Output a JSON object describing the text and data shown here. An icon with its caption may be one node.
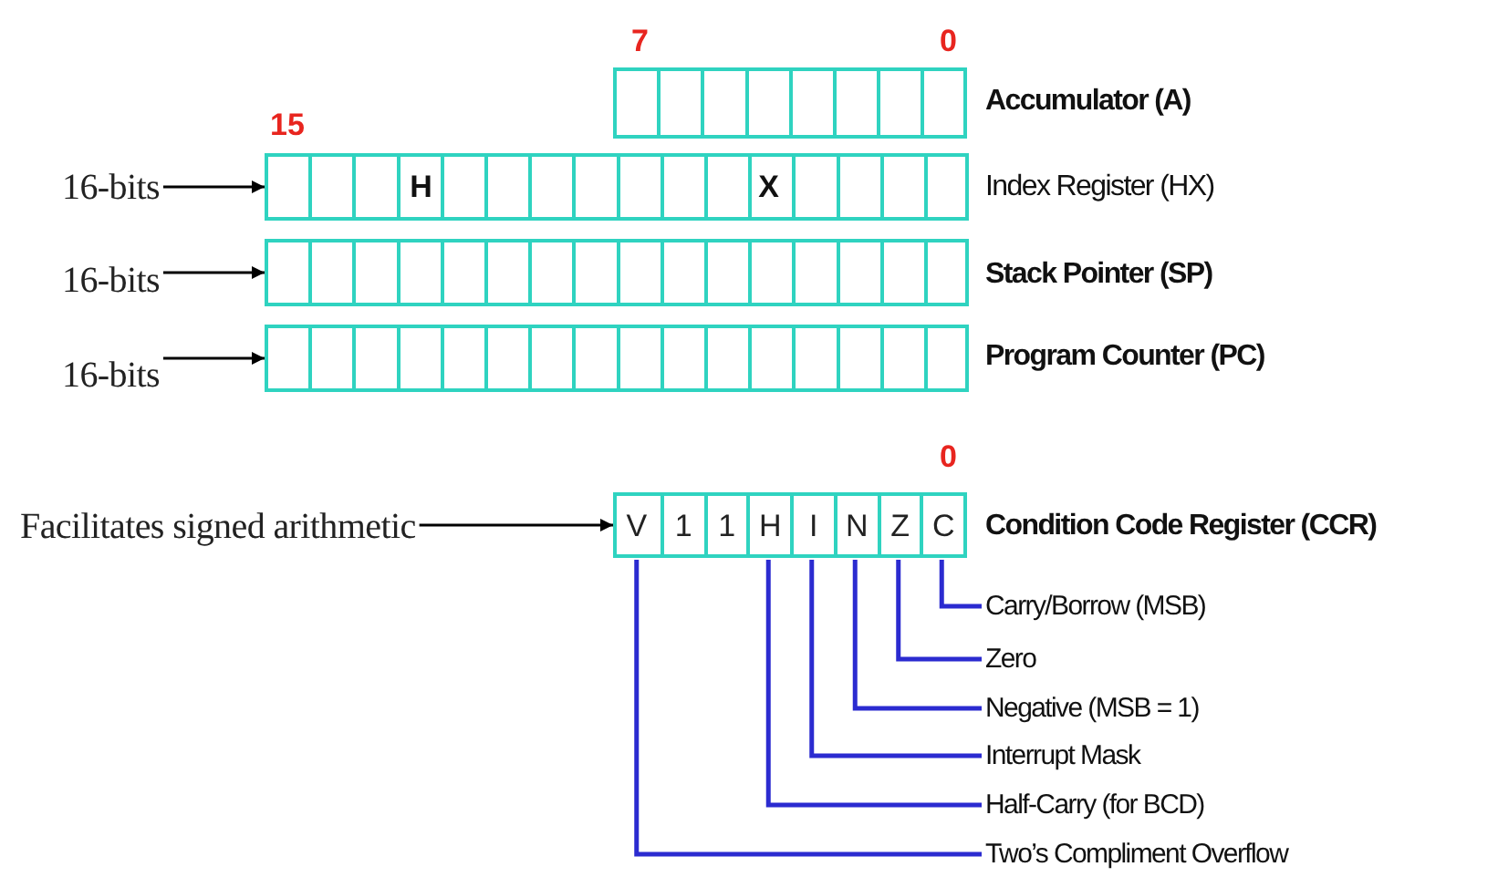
{
  "diagram": {
    "nodes": [
      {
        "text": [],
        "shape": "bar",
        "beside": [
          "Accumulator (A)"
        ]
      },
      {
        "text": [
          "16-bits"
        ]
      },
      {
        "text": [
          "H",
          "X"
        ],
        "beside": [
          "Index Register (HX)"
        ]
      },
      {
        "text": [
          "16-bits"
        ]
      },
      {
        "text": [],
        "shape": "bar",
        "beside": [
          "Stack Pointer (SP)"
        ]
      },
      {
        "text": [
          "16-bits"
        ]
      },
      {
        "text": [],
        "shape": "bar",
        "beside": [
          "Program Counter (PC)"
        ]
      },
      {
        "text": [
          "Facilitates signed arithmetic"
        ]
      },
      {
        "text": [],
        "shape": "bar",
        "beside": [
          "Condition Code Register (CCR)"
        ]
      },
      {
        "text": [
          "V"
        ],
        "in": 8
      },
      {
        "text": [
          "1"
        ],
        "in": 8
      },
      {
        "text": [
          "1"
        ],
        "in": 8
      },
      {
        "text": [
          "H"
        ],
        "in": 8
      },
      {
        "text": [
          "I"
        ],
        "in": 8
      },
      {
        "text": [
          "N"
        ],
        "in": 8
      },
      {
        "text": [
          "Z"
        ],
        "in": 8
      },
      {
        "text": [
          "C"
        ],
        "in": 8
      },
      {
        "text": [
          "Carry/Borrow (MSB)"
        ]
      },
      {
        "text": [
          "Zero"
        ]
      },
      {
        "text": [
          "Negative (MSB = 1)"
        ]
      },
      {
        "text": [
          "Interrupt Mask"
        ]
      },
      {
        "text": [
          "Half-Carry (for BCD)"
        ]
      },
      {
        "text": [
          "Two’s Compliment Overflow"
        ]
      }
    ],
    "edges": [
      {
        "from": 1,
        "to": 2,
        "arrow": "to",
        "color": "#000000"
      },
      {
        "from": 3,
        "to": 4,
        "arrow": "to",
        "color": "#000000"
      },
      {
        "from": 5,
        "to": 6,
        "arrow": "to",
        "color": "#000000"
      },
      {
        "from": 7,
        "to": 8,
        "arrow": "to",
        "color": "#000000"
      },
      {
        "from": 17,
        "to": 16,
        "arrow": "none",
        "color": "#2b2bd0"
      },
      {
        "from": 18,
        "to": 15,
        "arrow": "none",
        "color": "#2b2bd0"
      },
      {
        "from": 19,
        "to": 14,
        "arrow": "none",
        "color": "#2b2bd0"
      },
      {
        "from": 20,
        "to": 13,
        "arrow": "none",
        "color": "#2b2bd0"
      },
      {
        "from": 21,
        "to": 12,
        "arrow": "none",
        "color": "#2b2bd0"
      },
      {
        "from": 22,
        "to": 9,
        "arrow": "none",
        "color": "#2b2bd0"
      }
    ],
    "labels": [
      "7",
      "0",
      "15",
      "0"
    ]
  }
}
